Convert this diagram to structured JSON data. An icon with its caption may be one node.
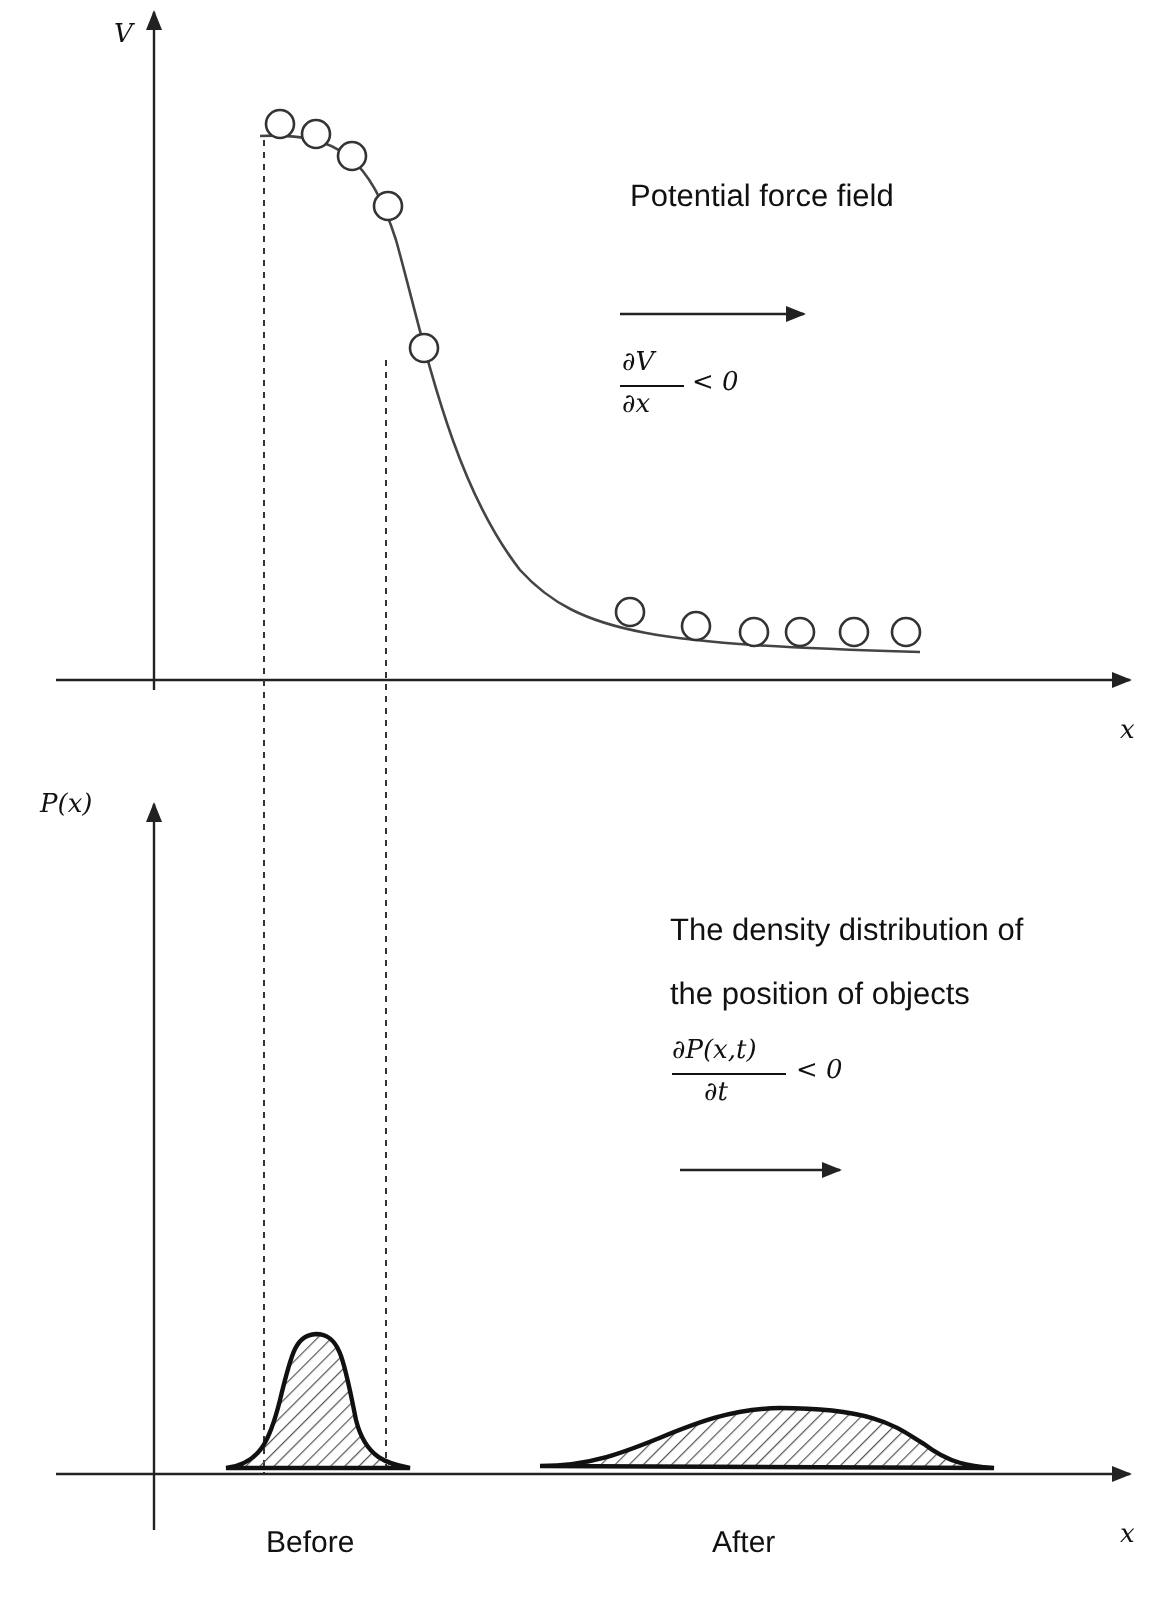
{
  "diagram": {
    "labels": [
      "V",
      "x",
      "Potential force field",
      "∂V",
      "∂x",
      "< 0",
      "P(x)",
      "The density distribution of the position of objects",
      "∂P(x,t)",
      "∂t",
      "< 0",
      "Before",
      "After",
      "x"
    ]
  }
}
